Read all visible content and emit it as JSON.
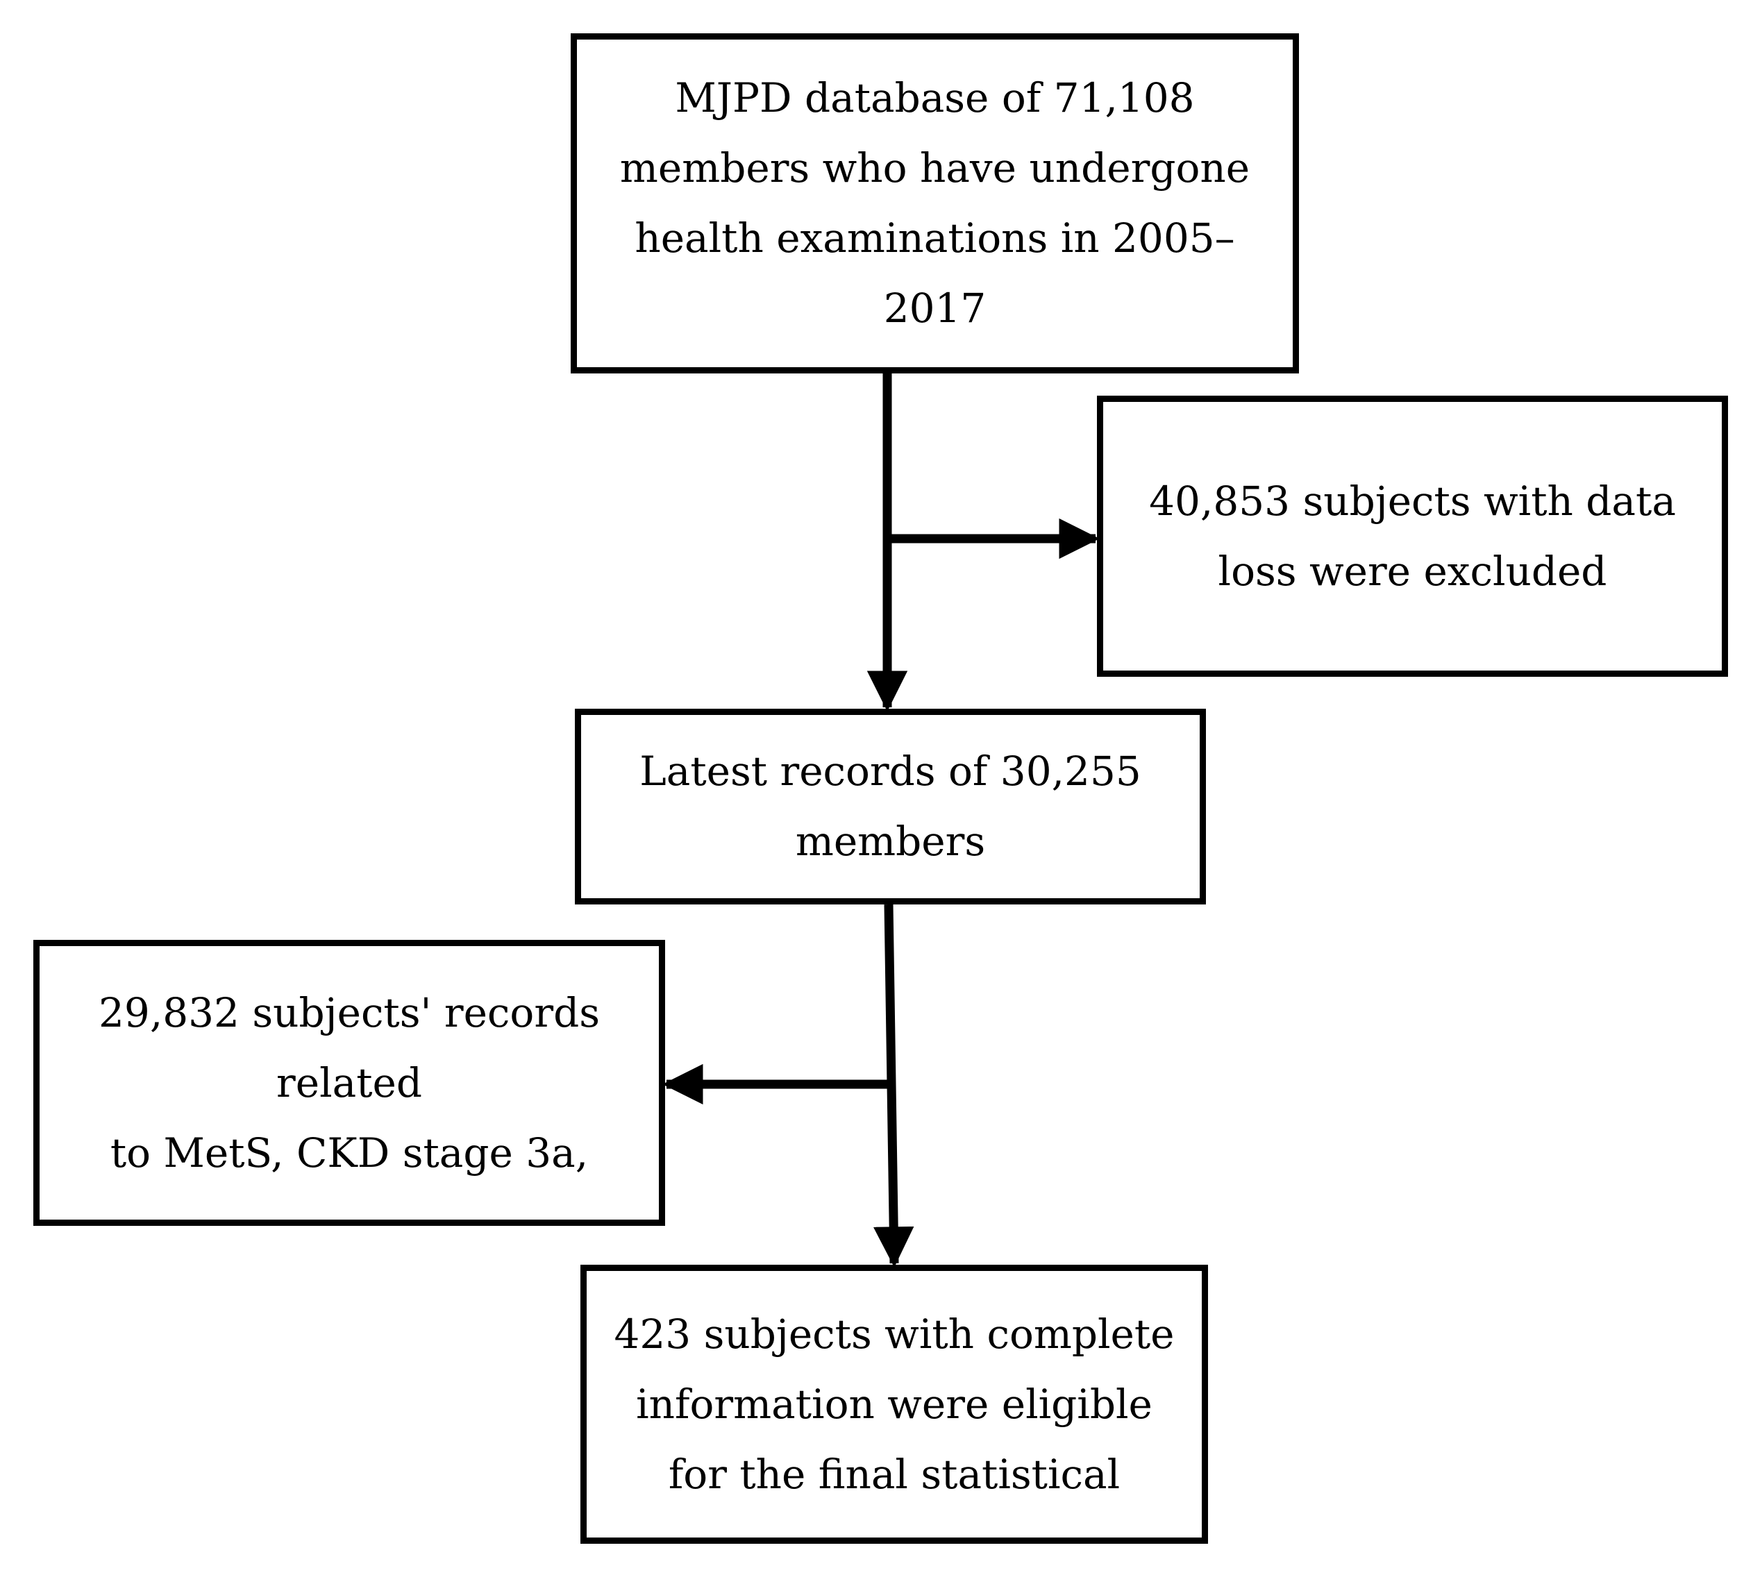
{
  "colors": {
    "ink": "#000000",
    "background": "#ffffff"
  },
  "boxes": {
    "database": {
      "lines": [
        "MJPD database of 71,108",
        "members who have undergone",
        "health examinations in 2005–",
        "2017"
      ]
    },
    "excluded": {
      "lines": [
        "40,853 subjects with data",
        "loss were excluded"
      ]
    },
    "latest": {
      "lines": [
        "Latest records of 30,255",
        "members"
      ]
    },
    "related": {
      "lines": [
        "29,832 subjects' records",
        "related",
        "to MetS, CKD stage 3a,"
      ]
    },
    "eligible": {
      "lines": [
        "423 subjects with complete",
        "information were eligible",
        "for the final statistical"
      ]
    }
  }
}
